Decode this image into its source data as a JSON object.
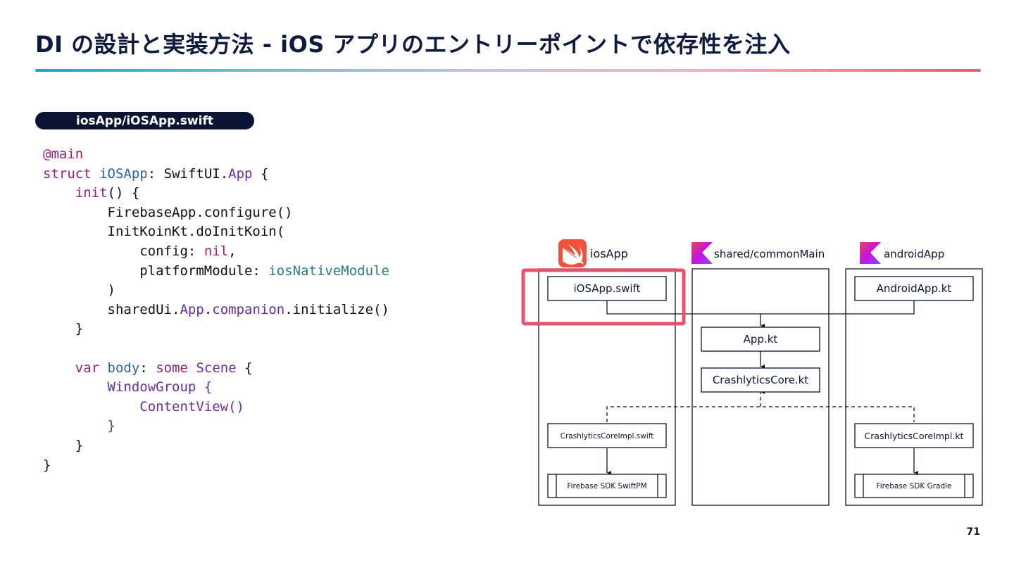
{
  "slide": {
    "title": "DI の設計と実装方法 - iOS アプリのエントリーポイントで依存性を注入",
    "page_number": "71",
    "file_label": "iosApp/iOSApp.swift"
  },
  "code": {
    "line1": {
      "kw": "@main"
    },
    "line2": {
      "kw": "struct",
      "name": "iOSApp",
      "colon": ":",
      "mod": "SwiftUI",
      "dot": ".",
      "type": "App",
      "brace": "{"
    },
    "line3": {
      "kw": "init",
      "rest": "() {"
    },
    "line4": {
      "text": "FirebaseApp.configure()"
    },
    "line5": {
      "text": "InitKoinKt.doInitKoin("
    },
    "line6": {
      "param": "config:",
      "kw": "nil",
      "comma": ","
    },
    "line7": {
      "param": "platformModule:",
      "ident": "iosNativeModule"
    },
    "line8": {
      "text": ")"
    },
    "line9": {
      "obj": "sharedUi",
      "dot1": ".",
      "type": "App",
      "dot2": ".",
      "prop": "companion",
      "rest": ".initialize()"
    },
    "line10": {
      "text": "}"
    },
    "line12": {
      "kw": "var",
      "name": "body",
      "colon": ":",
      "kw2": "some",
      "type": "Scene",
      "brace": "{"
    },
    "line13": {
      "type": "WindowGroup",
      "brace": "{"
    },
    "line14": {
      "type": "ContentView()"
    },
    "line15": {
      "brace": "}"
    },
    "line16": {
      "text": "}"
    },
    "line17": {
      "text": "}"
    }
  },
  "diagram": {
    "colors": {
      "swift_icon": "#f05138",
      "kotlin_icon": "#b23cf2",
      "highlight": "#e8536a",
      "stroke": "#0b1533"
    },
    "columns": {
      "ios": {
        "label": "iosApp",
        "icon": "swift-icon"
      },
      "shared": {
        "label": "shared/commonMain",
        "icon": "kotlin-icon"
      },
      "android": {
        "label": "androidApp",
        "icon": "kotlin-icon"
      }
    },
    "boxes": {
      "ios_app": "iOSApp.swift",
      "android_app": "AndroidApp.kt",
      "app_kt": "App.kt",
      "crashlytics_core": "CrashlyticsCore.kt",
      "crashlytics_impl_swift": "CrashlyticsCoreImpl.swift",
      "crashlytics_impl_kt": "CrashlyticsCoreImpl.kt",
      "firebase_swiftpm": "Firebase SDK SwiftPM",
      "firebase_gradle": "Firebase SDK Gradle"
    }
  }
}
